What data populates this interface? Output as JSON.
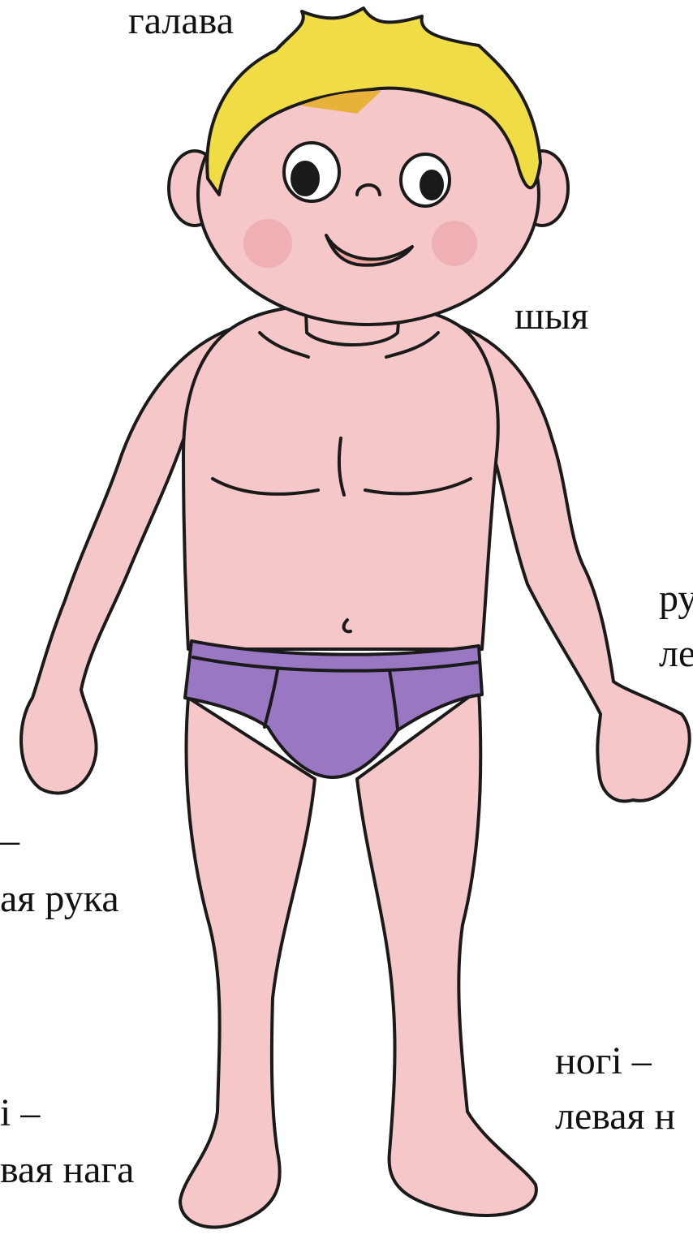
{
  "labels": {
    "head": "галава",
    "neck": "шыя",
    "arm_right_line1": "ру",
    "arm_right_line2": "ле",
    "arm_left_line1": "–",
    "arm_left_line2": "ая рука",
    "leg_right_line1": "ногі –",
    "leg_right_line2": "левая н",
    "leg_left_line1": "і –",
    "leg_left_line2": "вая нага"
  },
  "colors": {
    "skin": "#f6c7c8",
    "skin_blush": "#e59aa0",
    "hair": "#f0dd46",
    "hair_shadow": "#e8b23a",
    "briefs": "#9a77c3",
    "outline": "#1a1a1a",
    "text": "#111111"
  }
}
